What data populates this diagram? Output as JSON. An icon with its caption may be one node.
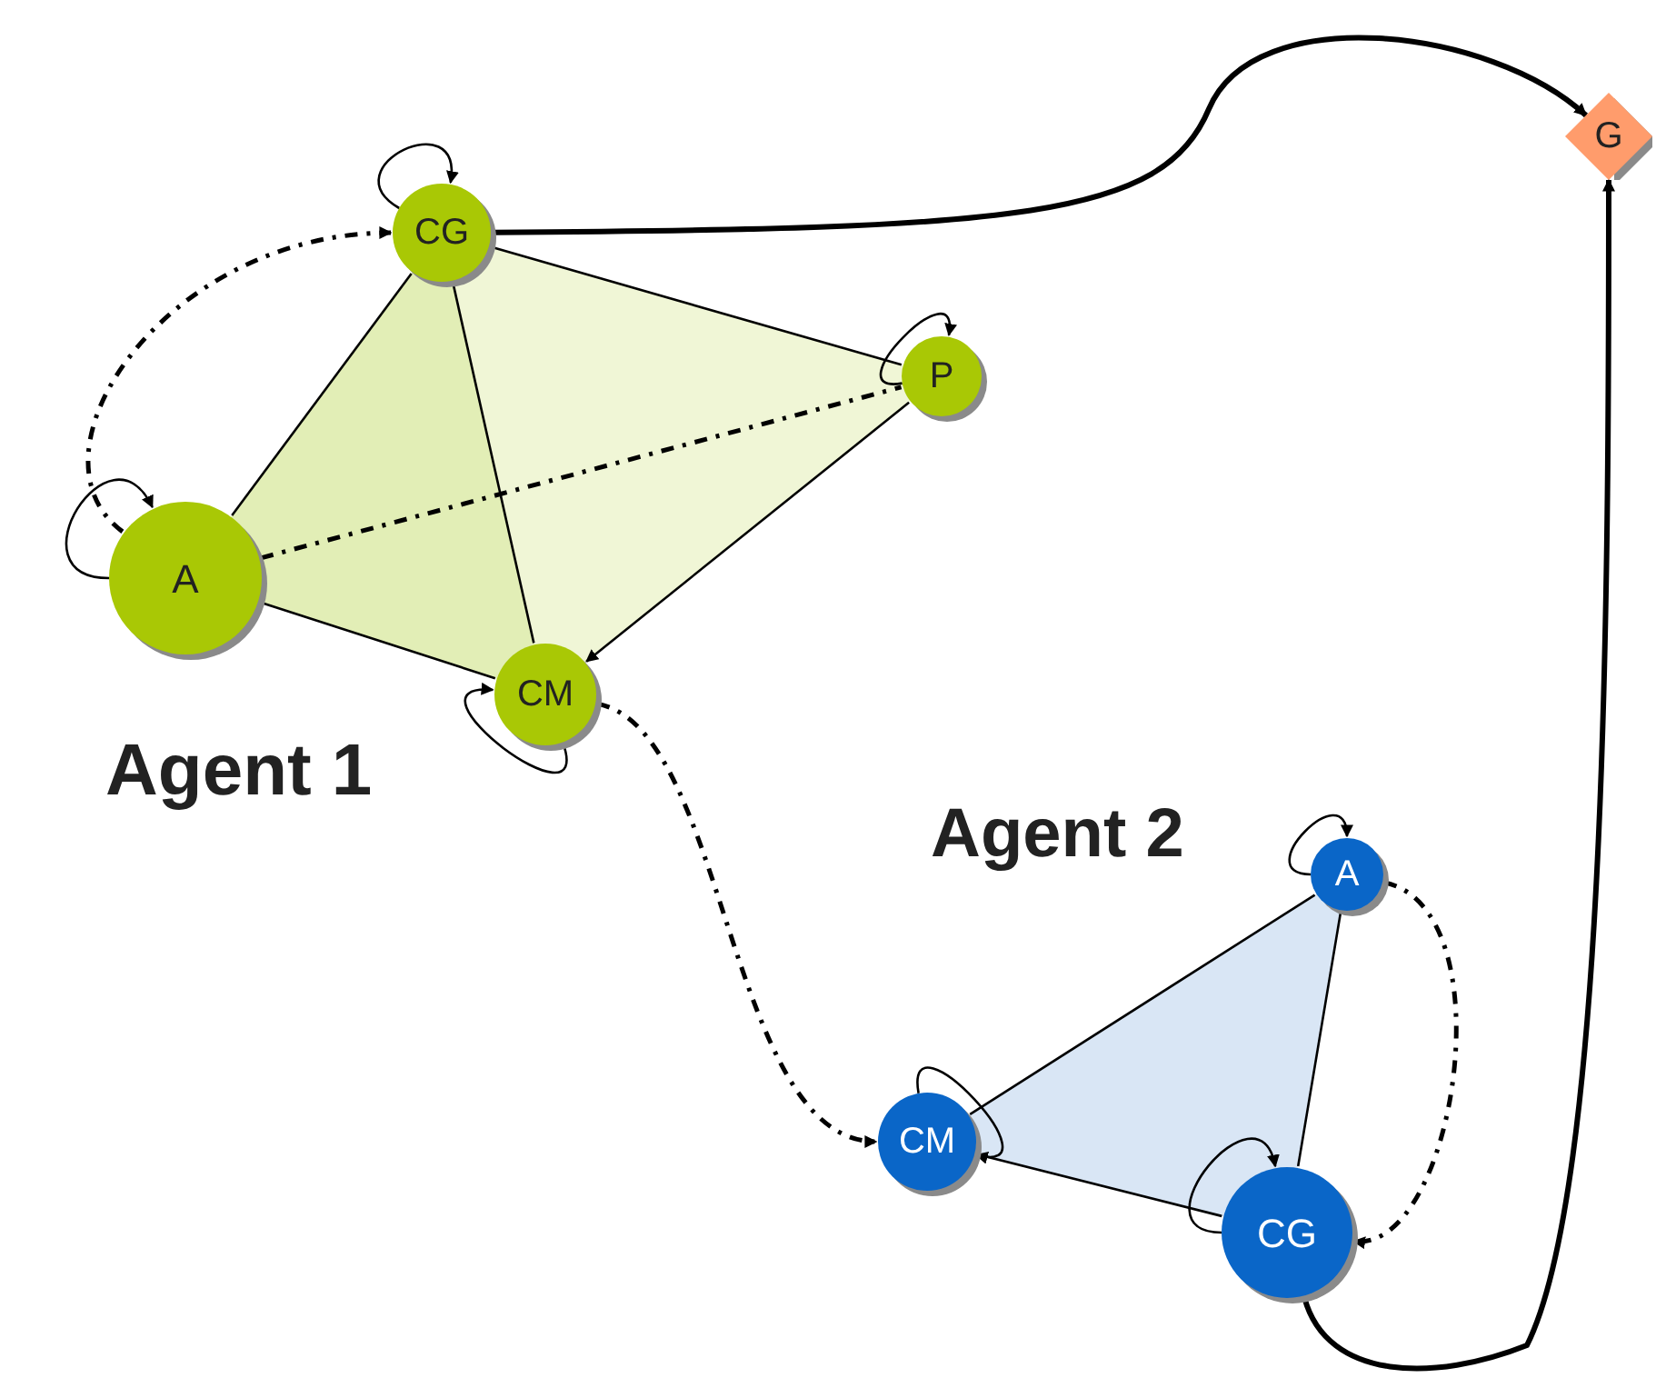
{
  "diagram": {
    "nodes": [
      {
        "text": [
          "CG"
        ]
      },
      {
        "text": [
          "P"
        ]
      },
      {
        "text": [
          "A"
        ]
      },
      {
        "text": [
          "CM"
        ]
      },
      {
        "text": [
          "A"
        ]
      },
      {
        "text": [
          "CM"
        ]
      },
      {
        "text": [
          "CG"
        ]
      },
      {
        "text": [
          "G"
        ]
      }
    ],
    "edges": [
      {
        "from": 0,
        "to": 0,
        "arrow": "to"
      },
      {
        "from": 1,
        "to": 1,
        "arrow": "to"
      },
      {
        "from": 2,
        "to": 2,
        "arrow": "to"
      },
      {
        "from": 3,
        "to": 3,
        "arrow": "to"
      },
      {
        "from": 4,
        "to": 4,
        "arrow": "to"
      },
      {
        "from": 5,
        "to": 5,
        "arrow": "to"
      },
      {
        "from": 6,
        "to": 6,
        "arrow": "to"
      },
      {
        "from": 2,
        "to": 0,
        "arrow": "none"
      },
      {
        "from": 0,
        "to": 1,
        "arrow": "none"
      },
      {
        "from": 0,
        "to": 3,
        "arrow": "none"
      },
      {
        "from": 2,
        "to": 1,
        "arrow": "none",
        "style": "dashed"
      },
      {
        "from": 2,
        "to": 3,
        "arrow": "none"
      },
      {
        "from": 1,
        "to": 3,
        "arrow": "to"
      },
      {
        "from": 2,
        "to": 0,
        "arrow": "to",
        "style": "dashed"
      },
      {
        "from": 3,
        "to": 5,
        "arrow": "to",
        "style": "dashed"
      },
      {
        "from": 0,
        "to": 7,
        "arrow": "to",
        "style": "thick"
      },
      {
        "from": 4,
        "to": 5,
        "arrow": "none"
      },
      {
        "from": 4,
        "to": 6,
        "arrow": "none"
      },
      {
        "from": 5,
        "to": 6,
        "arrow": "none"
      },
      {
        "from": 4,
        "to": 6,
        "arrow": "to",
        "style": "dashed"
      },
      {
        "from": 6,
        "to": 7,
        "arrow": "to",
        "style": "thick"
      }
    ],
    "labels": [
      "Agent 1",
      "Agent 2"
    ]
  }
}
